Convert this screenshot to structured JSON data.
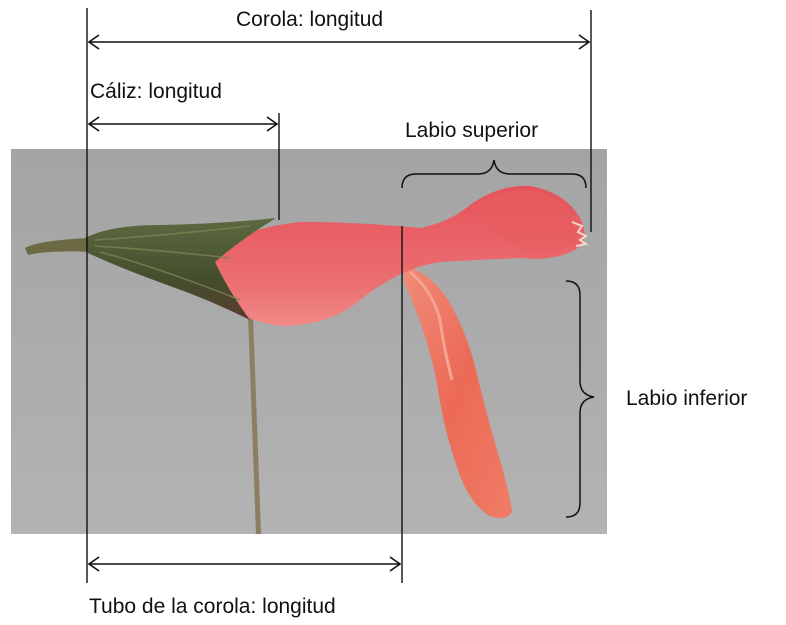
{
  "labels": {
    "corolla_length": "Corola:  longitud",
    "calyx_length": "Cáliz:  longitud",
    "upper_lip": "Labio superior",
    "lower_lip": "Labio inferior",
    "tube_length": "Tubo de la corola:  longitud"
  },
  "colors": {
    "background_photo": "#a9a9a9",
    "corolla_red": "#e8525a",
    "lower_lip_orange": "#ee6f5c",
    "calyx_green": "#4e5a36",
    "stem": "#8c7e62",
    "annotation_line": "#111111"
  }
}
